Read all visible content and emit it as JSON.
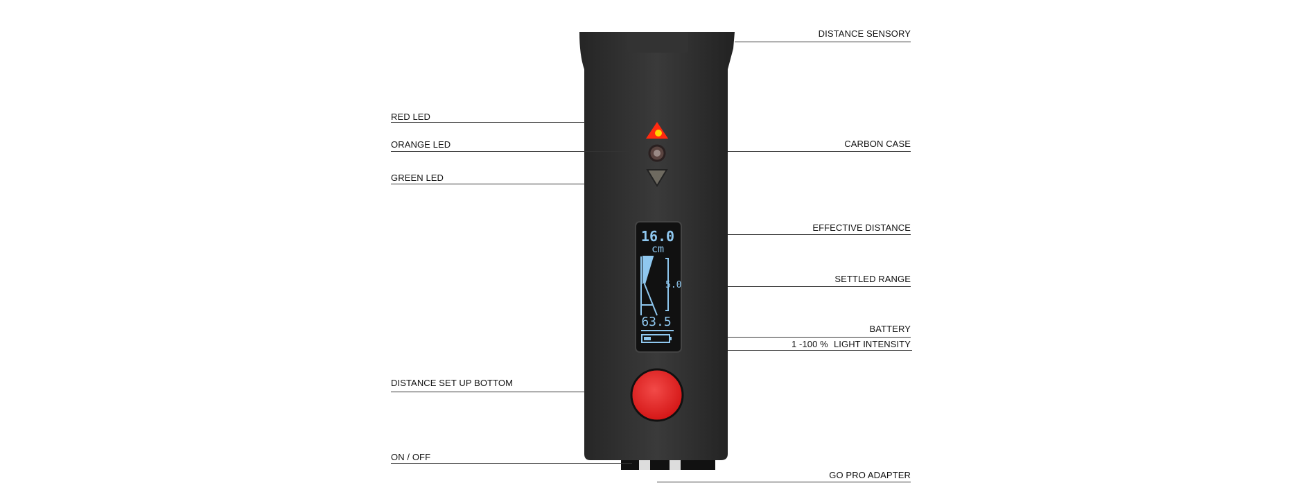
{
  "labels_left": [
    {
      "id": "red-led",
      "text": "RED LED"
    },
    {
      "id": "orange-led",
      "text": "ORANGE LED"
    },
    {
      "id": "green-led",
      "text": "GREEN LED"
    },
    {
      "id": "distance-set-up-bottom",
      "text": "DISTANCE SET UP BOTTOM"
    },
    {
      "id": "on-off",
      "text": "ON / OFF"
    }
  ],
  "labels_right": [
    {
      "id": "distance-sensory",
      "text": "DISTANCE SENSORY"
    },
    {
      "id": "carbon-case",
      "text": "CARBON CASE"
    },
    {
      "id": "effective-distance",
      "text": "EFFECTIVE DISTANCE"
    },
    {
      "id": "settled-range",
      "text": "SETTLED RANGE"
    },
    {
      "id": "battery",
      "text": "BATTERY"
    },
    {
      "id": "light-intensity",
      "text": "LIGHT INTENSITY",
      "prefix": "1 -100 %"
    },
    {
      "id": "go-pro-adapter",
      "text": "GO PRO ADAPTER"
    }
  ],
  "display": {
    "distance": "16.0",
    "unit": "cm",
    "range": "5.0",
    "intensity": "63.5",
    "battery_level": 0.3
  },
  "colors": {
    "display_text": "#8fc8f0",
    "button": "#e0201e",
    "red_led": "#ff2a10",
    "case": "#2b2b2b"
  }
}
